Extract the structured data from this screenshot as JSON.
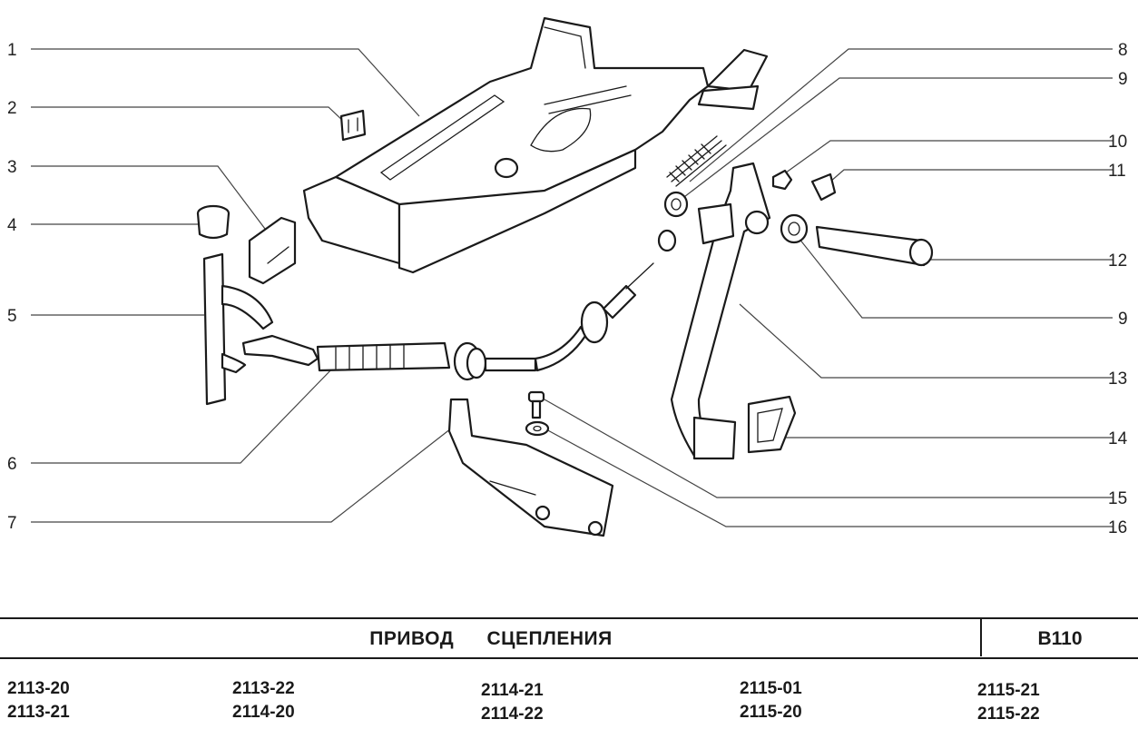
{
  "diagram": {
    "callouts_left": [
      "1",
      "2",
      "3",
      "4",
      "5",
      "6",
      "7"
    ],
    "callouts_right": [
      "8",
      "9",
      "10",
      "11",
      "12",
      "9",
      "13",
      "14",
      "15",
      "16"
    ]
  },
  "title_block": {
    "title": "ПРИВОД СЦЕПЛЕНИЯ",
    "code": "B110"
  },
  "models": [
    [
      "2113-20",
      "2113-21"
    ],
    [
      "2113-22",
      "2114-20"
    ],
    [
      "2114-21",
      "2114-22"
    ],
    [
      "2115-01",
      "2115-20"
    ],
    [
      "2115-21",
      "2115-22"
    ]
  ]
}
